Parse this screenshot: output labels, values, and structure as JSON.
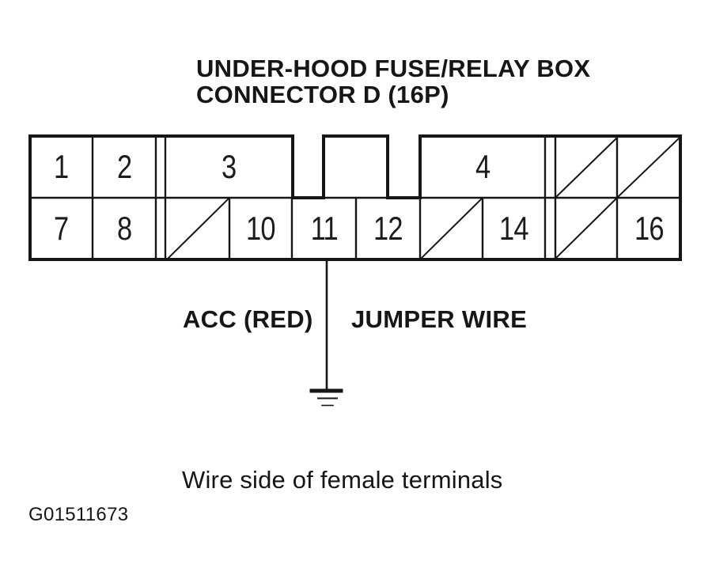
{
  "title": {
    "line1": "UNDER-HOOD FUSE/RELAY BOX",
    "line2": "CONNECTOR D (16P)"
  },
  "connector": {
    "pins": {
      "p1": "1",
      "p2": "2",
      "p3": "3",
      "p4": "4",
      "p7": "7",
      "p8": "8",
      "p10": "10",
      "p11": "11",
      "p12": "12",
      "p14": "14",
      "p16": "16"
    },
    "unused_cell_marker": "diagonal-slash"
  },
  "wire": {
    "acc_label": "ACC (RED)",
    "jumper_label": "JUMPER WIRE",
    "ground_icon": "ground-symbol"
  },
  "caption": "Wire side of female terminals",
  "figure_id": "G01511673",
  "colors": {
    "ink": "#161616",
    "paper": "#ffffff"
  }
}
